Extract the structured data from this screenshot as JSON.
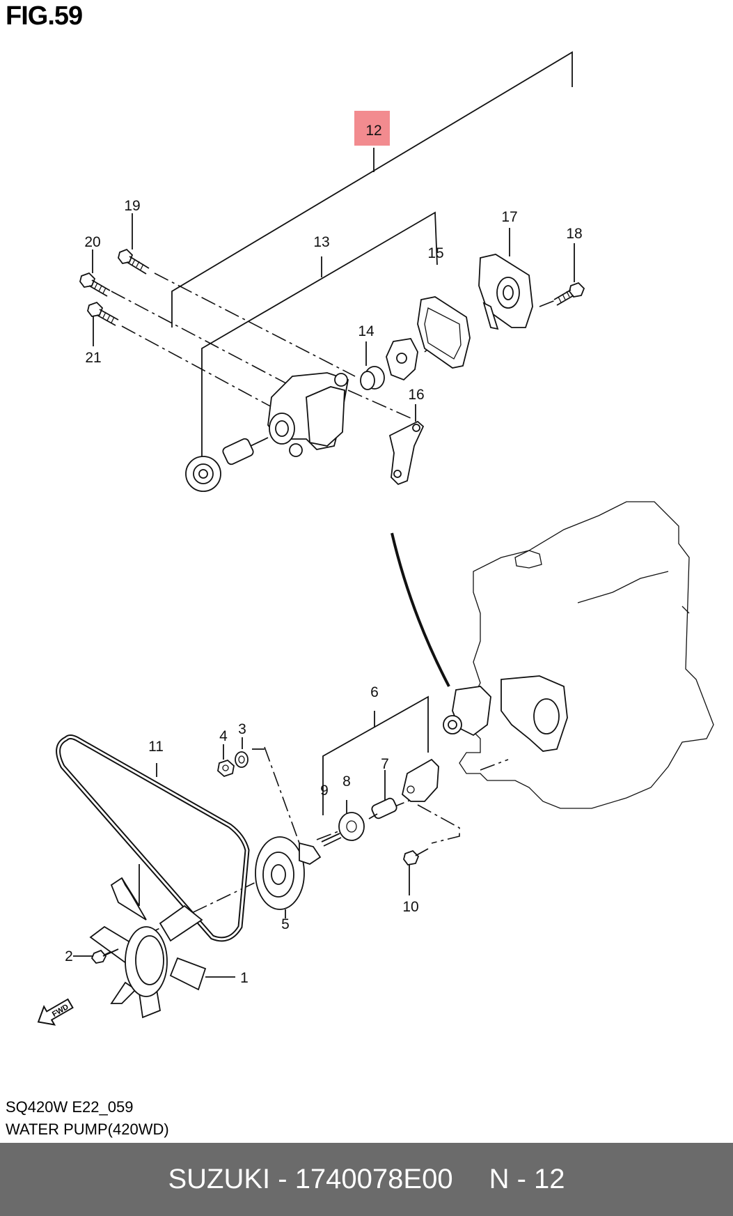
{
  "figure": {
    "title": "FIG.59"
  },
  "highlight_color": "#f28b8f",
  "callouts": [
    {
      "id": "12",
      "highlighted": true
    },
    {
      "id": "13"
    },
    {
      "id": "14"
    },
    {
      "id": "15"
    },
    {
      "id": "16"
    },
    {
      "id": "17"
    },
    {
      "id": "18"
    },
    {
      "id": "19"
    },
    {
      "id": "20"
    },
    {
      "id": "21"
    },
    {
      "id": "1"
    },
    {
      "id": "2"
    },
    {
      "id": "3"
    },
    {
      "id": "4"
    },
    {
      "id": "5"
    },
    {
      "id": "6"
    },
    {
      "id": "7"
    },
    {
      "id": "8"
    },
    {
      "id": "9"
    },
    {
      "id": "10"
    },
    {
      "id": "11"
    }
  ],
  "footer": {
    "model_code": "SQ420W E22_059",
    "section_name": "WATER PUMP(420WD)"
  },
  "bottom_bar": {
    "brand": "SUZUKI",
    "separator": " - ",
    "part_number": "1740078E00",
    "position_label": "N - 12",
    "background": "#6b6b6b"
  },
  "fwd_label": "FWD"
}
